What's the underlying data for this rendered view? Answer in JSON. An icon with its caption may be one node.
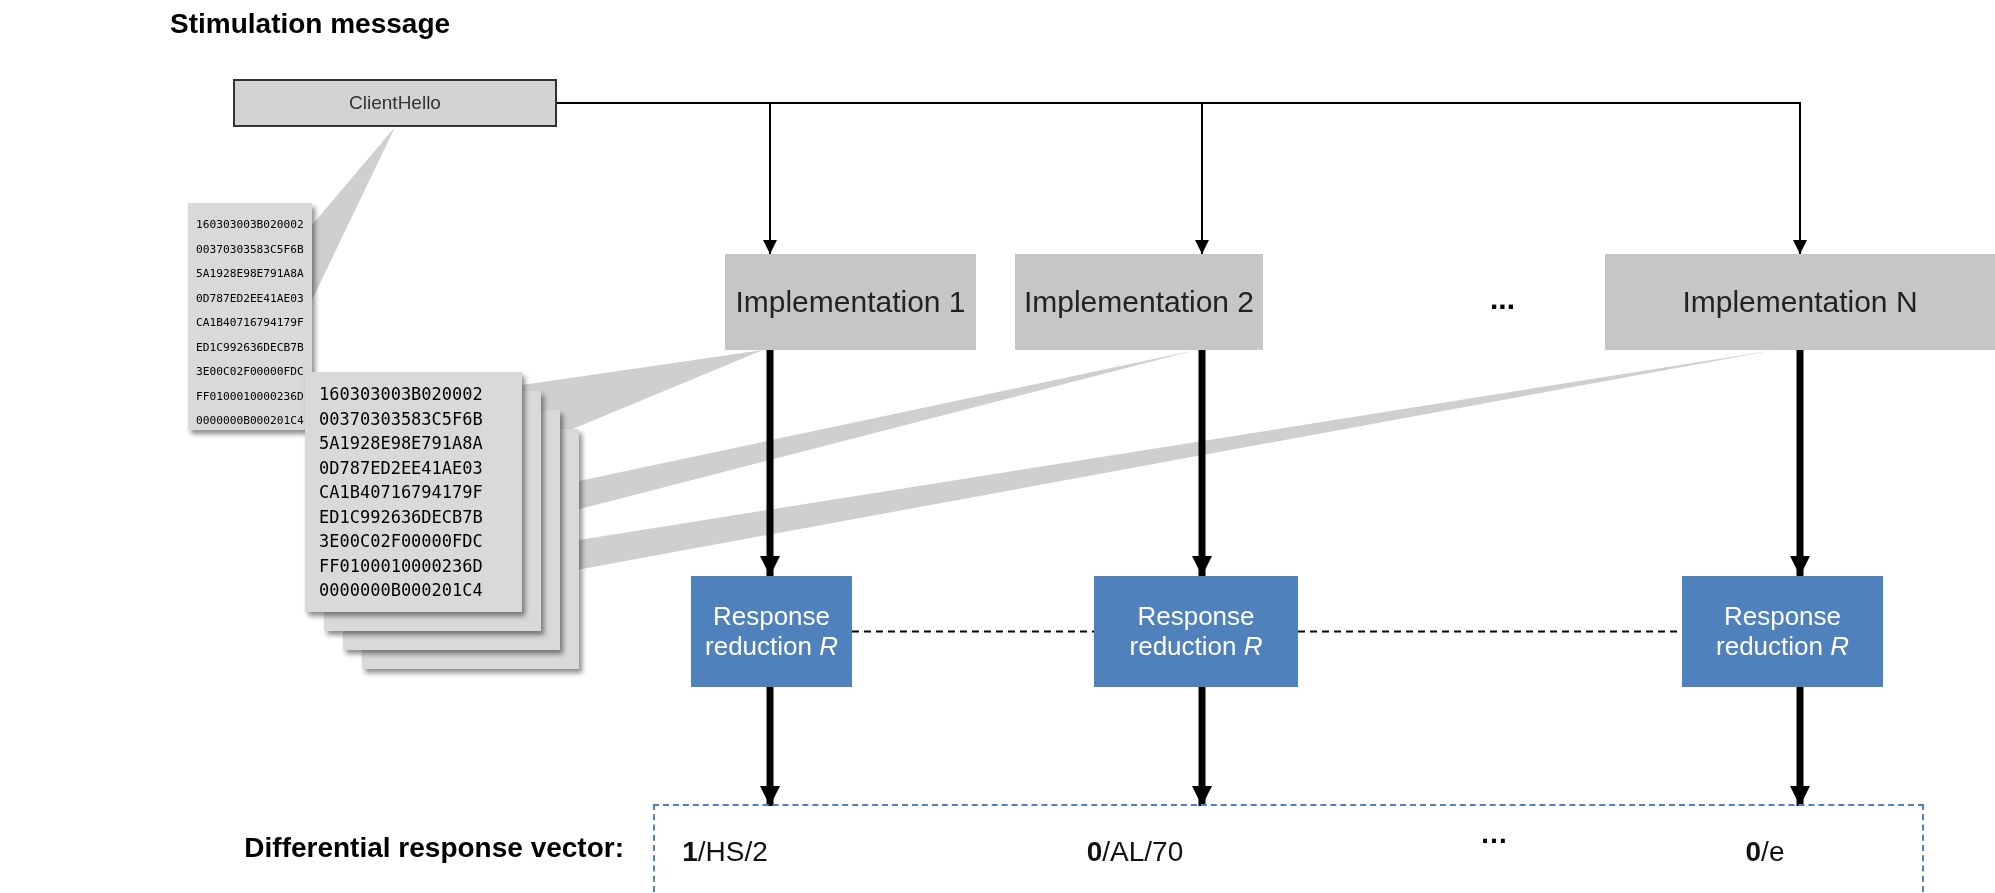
{
  "diagram": {
    "title": "Stimulation message",
    "nodes": [
      {
        "text": [
          "ClientHello"
        ]
      },
      {
        "text": [
          "160303003B020002 00370303583C5F6B 5A1928E98E791A8A 0D787ED2EE41AE03 CA1B40716794179F ED1C992636DECB7B 3E00C02F00000FDC FF0100010000236D 0000000B000201C4"
        ]
      },
      {
        "text": [
          "Implementation 1"
        ]
      },
      {
        "text": [
          "Implementation 2"
        ]
      },
      {
        "text": [
          "Implementation N"
        ]
      },
      {
        "text": [
          "160303003B020002 00370303583C5F6B 5A1928E98E791A8A 0D787ED2EE41AE03 CA1B40716794179F ED1C992636DECB7B 3E00C02F00000FDC FF0100010000236D 0000000B000201C4"
        ]
      },
      {
        "text": [
          "Response reduction *R*"
        ]
      },
      {
        "text": [
          "Response reduction *R*"
        ]
      },
      {
        "text": [
          "Response reduction *R*"
        ]
      },
      {
        "text": [
          "Differential response vector:"
        ]
      },
      {
        "text": [
          "**1**/HS/2"
        ],
        "in": 9
      },
      {
        "text": [
          "**0**/AL/70"
        ],
        "in": 9
      },
      {
        "text": [
          "**0**/e"
        ],
        "in": 9
      }
    ],
    "edges": [
      {
        "from": 0,
        "to": 2,
        "arrow": "to"
      },
      {
        "from": 0,
        "to": 3,
        "arrow": "to"
      },
      {
        "from": 0,
        "to": 4,
        "arrow": "to"
      },
      {
        "from": 1,
        "to": 0,
        "arrow": "none"
      },
      {
        "from": 5,
        "to": 2,
        "arrow": "none"
      },
      {
        "from": 5,
        "to": 3,
        "arrow": "none"
      },
      {
        "from": 5,
        "to": 4,
        "arrow": "none"
      },
      {
        "from": 2,
        "to": 6,
        "arrow": "to"
      },
      {
        "from": 3,
        "to": 7,
        "arrow": "to"
      },
      {
        "from": 4,
        "to": 8,
        "arrow": "to"
      },
      {
        "from": 6,
        "to": 7,
        "arrow": "none",
        "style": "dashed"
      },
      {
        "from": 7,
        "to": 8,
        "arrow": "none",
        "style": "dashed"
      },
      {
        "from": 6,
        "to": 10,
        "arrow": "to"
      },
      {
        "from": 7,
        "to": 11,
        "arrow": "to"
      },
      {
        "from": 8,
        "to": 12,
        "arrow": "to"
      }
    ],
    "labels": [
      "...",
      "…"
    ]
  }
}
